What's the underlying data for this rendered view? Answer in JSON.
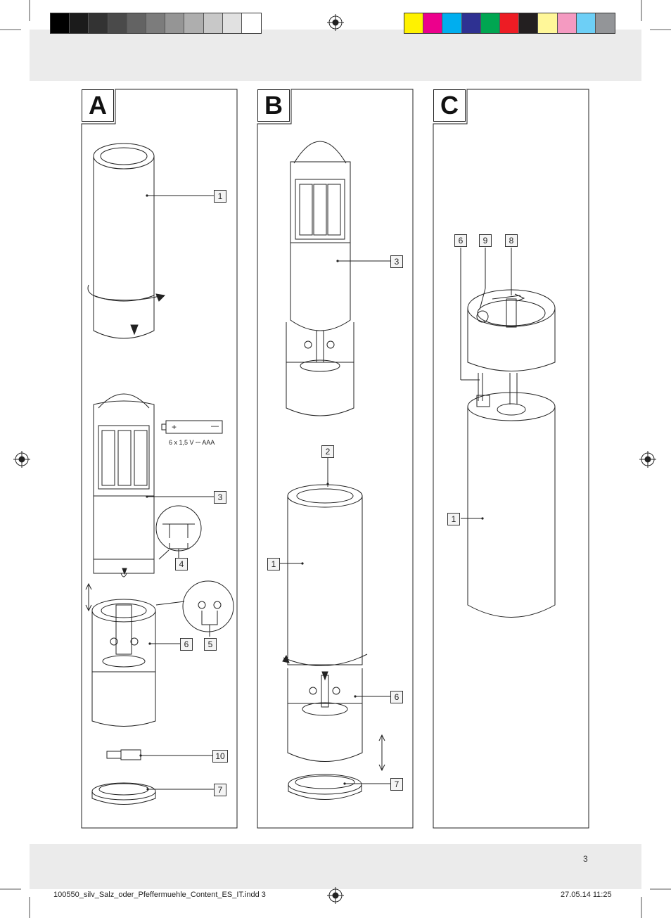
{
  "colors": {
    "grayscale": [
      "#000000",
      "#1b1b1b",
      "#333333",
      "#4a4a4a",
      "#636363",
      "#7c7c7c",
      "#959595",
      "#aeaeae",
      "#c8c8c8",
      "#e1e1e1",
      "#ffffff"
    ],
    "process": [
      "#fff200",
      "#ec008c",
      "#00aeef",
      "#2e3192",
      "#00a651",
      "#ed1c24",
      "#231f20",
      "#fff799",
      "#f49ac1",
      "#6dcff6",
      "#939598"
    ]
  },
  "panels": {
    "a": {
      "letter": "A"
    },
    "b": {
      "letter": "B"
    },
    "c": {
      "letter": "C"
    }
  },
  "callouts": {
    "a1": "1",
    "a3": "3",
    "a4": "4",
    "a5": "5",
    "a6": "6",
    "a10": "10",
    "a7": "7",
    "b3": "3",
    "b2": "2",
    "b1": "1",
    "b6": "6",
    "b7": "7",
    "c6": "6",
    "c9": "9",
    "c8": "8",
    "c1": "1"
  },
  "battery": {
    "plus": "+",
    "minus": "—",
    "spec": "6 x 1,5 V ⎓ AAA"
  },
  "footer": {
    "page_number": "3",
    "filename": "100550_silv_Salz_oder_Pfeffermuehle_Content_ES_IT.indd   3",
    "date": "27.05.14   11:25"
  }
}
